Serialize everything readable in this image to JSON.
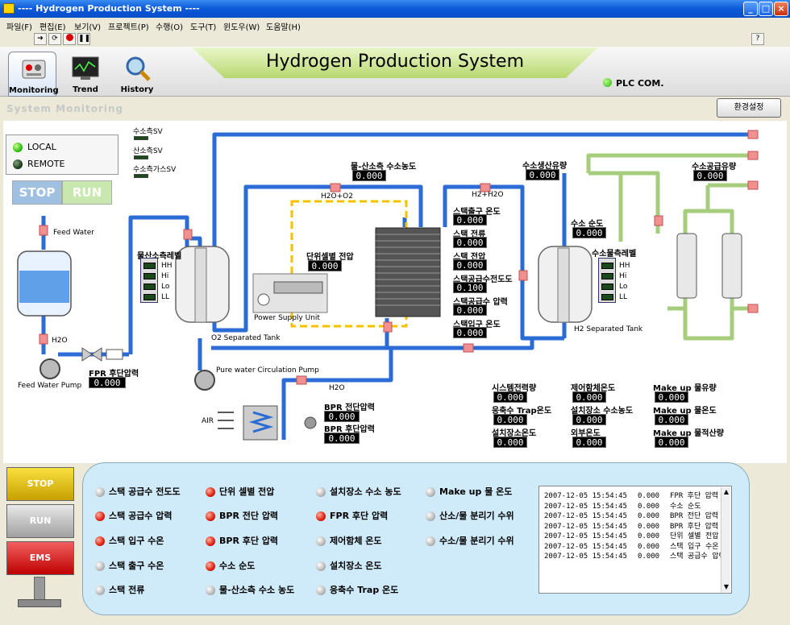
{
  "window": {
    "title": "---- Hydrogen Production System ----"
  },
  "menu": [
    "파일(F)",
    "편집(E)",
    "보기(V)",
    "프로젝트(P)",
    "수행(O)",
    "도구(T)",
    "윈도우(W)",
    "도움말(H)"
  ],
  "nav": [
    {
      "label": "Monitoring"
    },
    {
      "label": "Trend"
    },
    {
      "label": "History"
    }
  ],
  "header": {
    "title": "Hydrogen Production System",
    "plc": "PLC COM.",
    "section": "System Monitoring",
    "env_button": "환경설정"
  },
  "mode": {
    "local": "LOCAL",
    "remote": "REMOTE",
    "stop": "STOP",
    "run": "RUN"
  },
  "sv": [
    "수소측SV",
    "산소측SV",
    "수소측가스SV"
  ],
  "labels": {
    "feed_water": "Feed Water",
    "h2o_1": "H2O",
    "h2o_2": "H2O",
    "feed_pump": "Feed Water Pump",
    "fpr_after": "FPR 후단압력",
    "o2_level": "물산소측레벨",
    "o2_tank": "O2 Separated Tank",
    "pure_pump": "Pure water Circulation Pump",
    "air": "AIR",
    "h2o_o2": "H2O+O2",
    "h2_h2o": "H2+H2O",
    "o2h2_conc": "물-산소측 수소농도",
    "cell_voltage": "단위셀별 전압",
    "psu": "Power Supply Unit",
    "bpr_before": "BPR 전단압력",
    "bpr_after": "BPR 후단압력",
    "stack_out_temp": "스택출구 온도",
    "stack_current": "스택 전류",
    "stack_voltage": "스택 전압",
    "stack_feed_cond": "스택공급수전도도",
    "stack_feed_press": "스택공급수 압력",
    "stack_in_temp": "스택입구 온도",
    "h2_flow": "수소생산유량",
    "h2_purity": "수소 순도",
    "h2_level": "수소물측레벨",
    "h2_tank": "H2 Separated Tank",
    "h2_supply": "수소공급유량",
    "hh": "HH",
    "hi": "Hi",
    "lo": "Lo",
    "ll": "LL",
    "sys_power": "시스템전력량",
    "condense_trap": "응축수 Trap온도",
    "install_temp": "설치장소온도",
    "ctrl_temp": "제어함체온도",
    "install_h2": "설치장소 수소농도",
    "outside_temp": "외부온도",
    "makeup_flow": "Make up 물유량",
    "makeup_temp": "Make up 물온도",
    "makeup_total": "Make up 물적산량"
  },
  "values": {
    "fpr_after": "0.000",
    "o2h2_conc": "0.000",
    "cell_voltage": "0.000",
    "bpr_before": "0.000",
    "bpr_after": "0.000",
    "stack_out_temp": "0.000",
    "stack_current": "0.000",
    "stack_voltage": "0.000",
    "stack_feed_cond": "0.100",
    "stack_feed_press": "0.000",
    "stack_in_temp": "0.000",
    "h2_flow": "0.000",
    "h2_purity": "0.000",
    "h2_supply": "0.000",
    "sys_power": "0.000",
    "condense_trap": "0.000",
    "install_temp": "0.000",
    "ctrl_temp": "0.000",
    "install_h2": "0.000",
    "outside_temp": "0.000",
    "makeup_flow": "0.000",
    "makeup_temp": "0.000",
    "makeup_total": "0.000"
  },
  "big_buttons": {
    "stop": "STOP",
    "run": "RUN",
    "ems": "EMS"
  },
  "alarms": [
    {
      "label": "스택 공급수 전도도",
      "state": "gray"
    },
    {
      "label": "스택 공급수 압력",
      "state": "red"
    },
    {
      "label": "스택 입구 수온",
      "state": "red"
    },
    {
      "label": "스택 출구 수온",
      "state": "gray"
    },
    {
      "label": "스택 전류",
      "state": "gray"
    },
    {
      "label": "단위 셀별 전압",
      "state": "red"
    },
    {
      "label": "BPR 전단 압력",
      "state": "red"
    },
    {
      "label": "BPR 후단 압력",
      "state": "red"
    },
    {
      "label": "수소 순도",
      "state": "red"
    },
    {
      "label": "물-산소측 수소 농도",
      "state": "gray"
    },
    {
      "label": "설치장소 수소 농도",
      "state": "gray"
    },
    {
      "label": "FPR 후단 압력",
      "state": "red"
    },
    {
      "label": "제어함체 온도",
      "state": "gray"
    },
    {
      "label": "설치장소 온도",
      "state": "gray"
    },
    {
      "label": "응축수 Trap 온도",
      "state": "gray"
    },
    {
      "label": "Make up 물 온도",
      "state": "gray"
    },
    {
      "label": "산소/물 분리기 수위",
      "state": "gray"
    },
    {
      "label": "수소/물 분리기 수위",
      "state": "gray"
    }
  ],
  "log": [
    {
      "ts": "2007-12-05 15:54:45",
      "val": "0.000",
      "msg": "FPR 후단 압력"
    },
    {
      "ts": "2007-12-05 15:54:45",
      "val": "0.000",
      "msg": "수소 순도"
    },
    {
      "ts": "2007-12-05 15:54:45",
      "val": "0.000",
      "msg": "BPR 전단 압력"
    },
    {
      "ts": "2007-12-05 15:54:45",
      "val": "0.000",
      "msg": "BPR 후단 압력"
    },
    {
      "ts": "2007-12-05 15:54:45",
      "val": "0.000",
      "msg": "단위 셀별 전압"
    },
    {
      "ts": "2007-12-05 15:54:45",
      "val": "0.000",
      "msg": "스택 입구 수온"
    },
    {
      "ts": "2007-12-05 15:54:45",
      "val": "0.000",
      "msg": "스택 공급수 압력"
    }
  ],
  "colors": {
    "pipe_blue": "#2B6BD6",
    "pipe_green": "#9CC870",
    "banner": "#C8E090",
    "alarm_bg": "#CFEAF8"
  }
}
